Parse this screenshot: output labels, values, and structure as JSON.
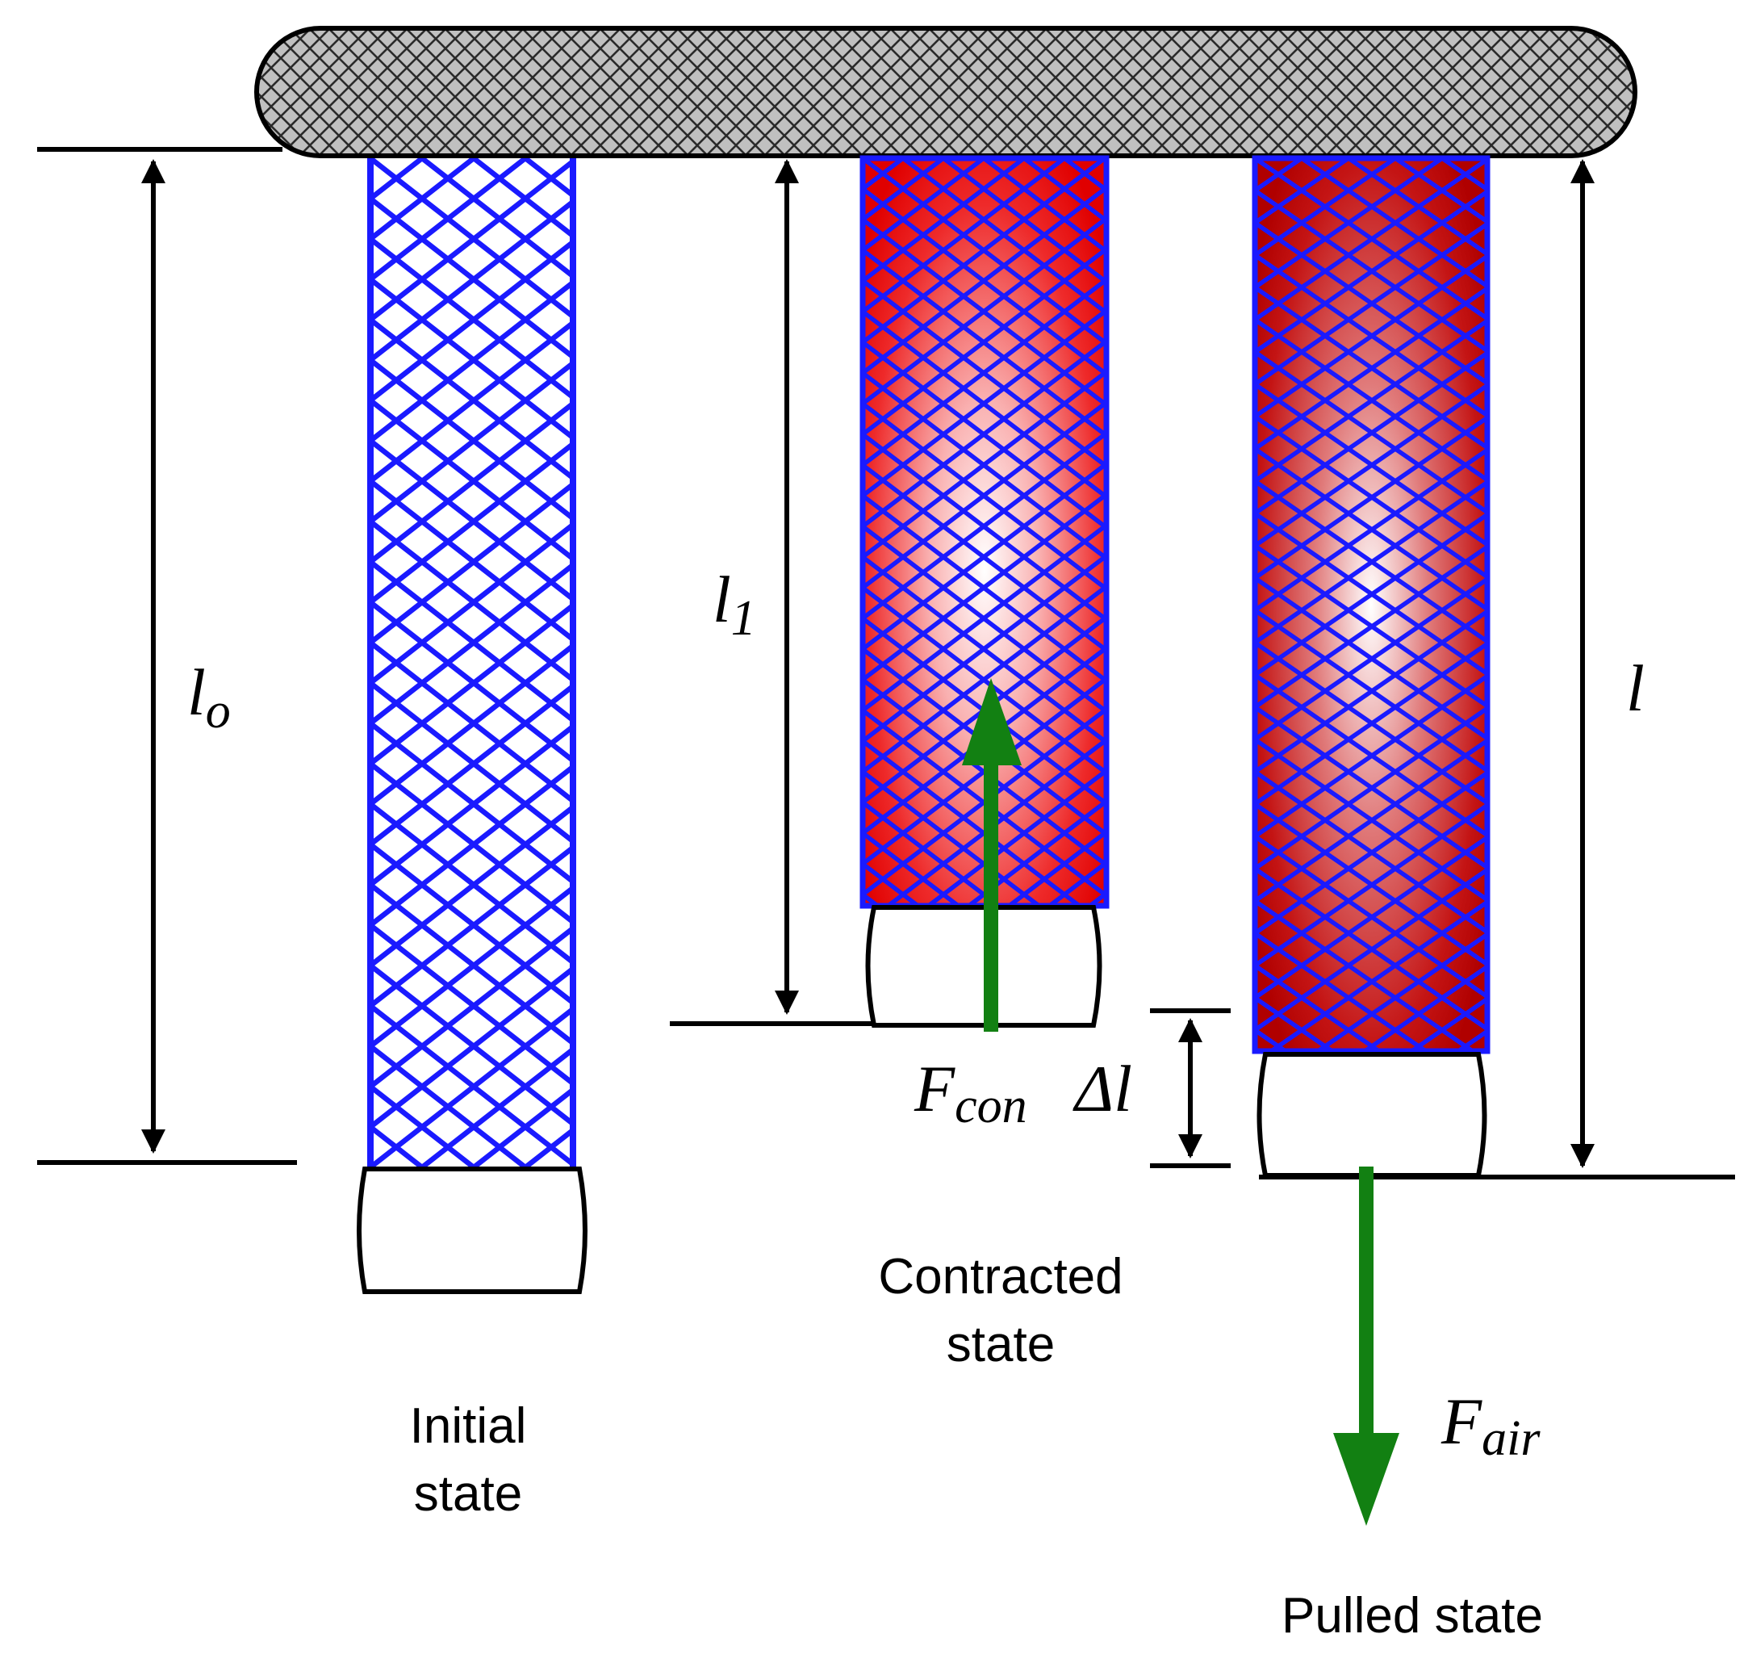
{
  "labels": {
    "initial": [
      "Initial",
      "state"
    ],
    "contracted": [
      "Contracted",
      "state"
    ],
    "pulled": [
      "Pulled state"
    ]
  },
  "symbols": {
    "l0": {
      "base": "l",
      "sub": "o"
    },
    "l1": {
      "base": "l",
      "sub": "1"
    },
    "l": {
      "base": "l"
    },
    "delta_l": {
      "base": "Δl"
    },
    "f_con": {
      "base": "F",
      "sub": "con"
    },
    "f_air": {
      "base": "F",
      "sub": "air"
    }
  },
  "colors": {
    "mesh": "#1a1aff",
    "heated_fill": "#e00000",
    "force_arrow": "#128012",
    "support_fill": "#c0c0c0"
  }
}
